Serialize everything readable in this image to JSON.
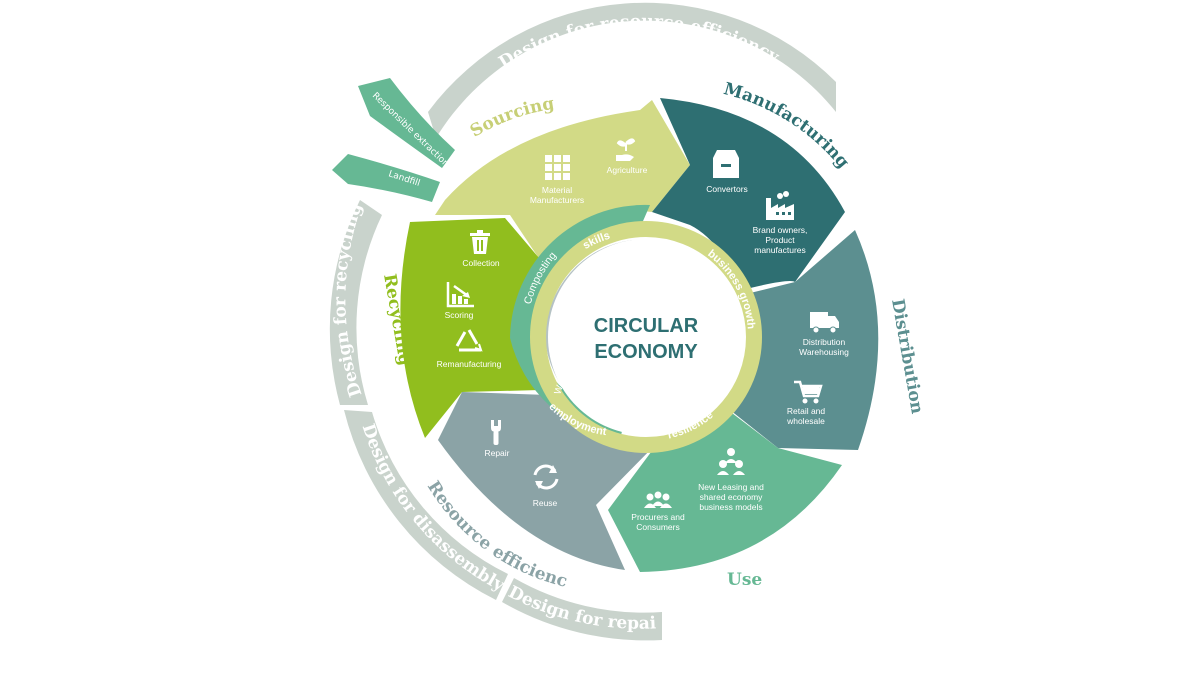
{
  "center": {
    "line1": "CIRCULAR",
    "line2": "ECONOMY"
  },
  "colors": {
    "sourcing": "#d2da86",
    "manufacturing": "#2e6f72",
    "distribution": "#5c8f90",
    "use": "#66b894",
    "resource_efficiency": "#8ba3a6",
    "recycling": "#91be1e",
    "outer": "#c9d3cc",
    "ring": "#d2da86",
    "ring_inner": "#66b894",
    "ring_grey": "#b5c2c4",
    "title": "#2e6f72"
  },
  "outer_arcs": {
    "resource_efficiency_design": "Design for resource efficiency",
    "recycling_design": "Design for recycling",
    "disassembly_design": "Design for disassembly",
    "repair_design": "Design for repair",
    "responsible_extraction": "Responsible extraction",
    "landfill": "Landfill"
  },
  "segments": {
    "sourcing": {
      "label": "Sourcing",
      "items": [
        "Material",
        "Manufacturers",
        "Agriculture"
      ]
    },
    "manufacturing": {
      "label": "Manufacturing",
      "items": [
        "Convertors",
        "Brand owners,",
        "Product",
        "manufactures"
      ]
    },
    "distribution": {
      "label": "Distribution",
      "items": [
        "Distribution",
        "Warehousing",
        "Retail and",
        "wholesale"
      ]
    },
    "use": {
      "label": "Use",
      "items": [
        "New Leasing and",
        "shared economy",
        "business models",
        "Procurers and",
        "Consumers"
      ]
    },
    "resource_efficiency": {
      "label": "Resource efficiency",
      "items": [
        "Repair",
        "Reuse"
      ]
    },
    "recycling": {
      "label": "Recycling",
      "items": [
        "Collection",
        "Scoring",
        "Remanufacturing"
      ]
    }
  },
  "ring_labels": {
    "skills": "skills",
    "business_growth": "business growth",
    "resilience": "resilience",
    "employment": "employment"
  },
  "inner_labels": {
    "composting": "Composting",
    "waste_water": "Waste water and Energy recovery"
  },
  "icons": {
    "sourcing": [
      "grid-icon",
      "plant-hand-icon"
    ],
    "manufacturing": [
      "box-icon",
      "factory-icon"
    ],
    "distribution": [
      "truck-icon",
      "cart-icon"
    ],
    "use": [
      "people-icon",
      "group-icon"
    ],
    "resource_efficiency": [
      "wrench-icon",
      "refresh-icon"
    ],
    "recycling": [
      "trash-icon",
      "chart-down-icon",
      "recycle-icon"
    ]
  }
}
